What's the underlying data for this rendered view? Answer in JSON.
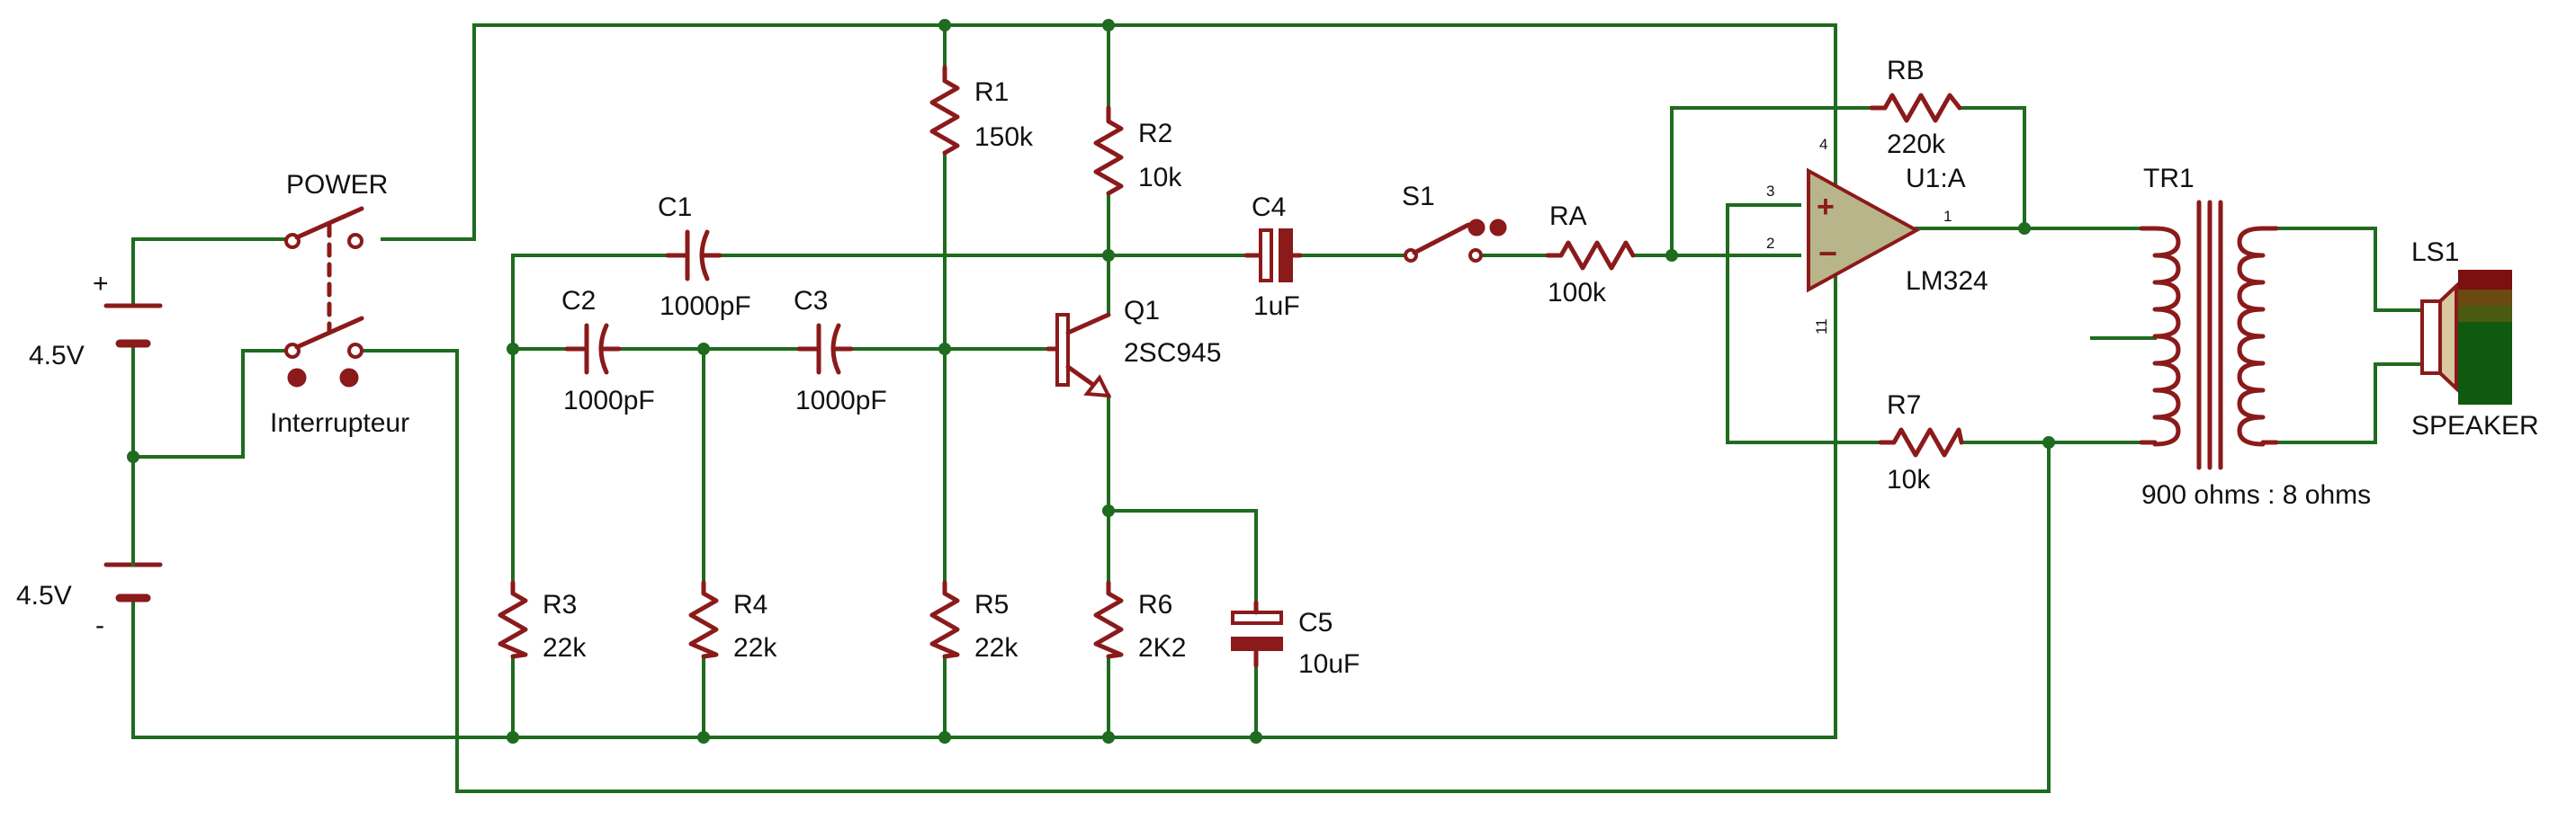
{
  "colors": {
    "wire": "#1f6b1f",
    "component": "#8b1a1a",
    "opamp_fill": "#b8b58a",
    "background": "#ffffff"
  },
  "components": {
    "power": {
      "name": "POWER",
      "label": "Interrupteur"
    },
    "batt_top": {
      "value": "4.5V",
      "plus": "+"
    },
    "batt_bottom": {
      "value": "4.5V",
      "minus": "-"
    },
    "r1": {
      "name": "R1",
      "value": "150k"
    },
    "r2": {
      "name": "R2",
      "value": "10k"
    },
    "r3": {
      "name": "R3",
      "value": "22k"
    },
    "r4": {
      "name": "R4",
      "value": "22k"
    },
    "r5": {
      "name": "R5",
      "value": "22k"
    },
    "r6": {
      "name": "R6",
      "value": "2K2"
    },
    "r7": {
      "name": "R7",
      "value": "10k"
    },
    "ra": {
      "name": "RA",
      "value": "100k"
    },
    "rb": {
      "name": "RB",
      "value": "220k"
    },
    "c1": {
      "name": "C1",
      "value": "1000pF"
    },
    "c2": {
      "name": "C2",
      "value": "1000pF"
    },
    "c3": {
      "name": "C3",
      "value": "1000pF"
    },
    "c4": {
      "name": "C4",
      "value": "1uF"
    },
    "c5": {
      "name": "C5",
      "value": "10uF"
    },
    "q1": {
      "name": "Q1",
      "value": "2SC945"
    },
    "s1": {
      "name": "S1"
    },
    "u1": {
      "name": "U1:A",
      "value": "LM324",
      "pins": {
        "p1": "1",
        "p2": "2",
        "p3": "3",
        "p4": "4",
        "p11": "11"
      },
      "plus": "+",
      "minus": "−"
    },
    "tr1": {
      "name": "TR1",
      "ratio": "900 ohms : 8 ohms"
    },
    "ls1": {
      "name": "LS1",
      "label": "SPEAKER"
    }
  }
}
